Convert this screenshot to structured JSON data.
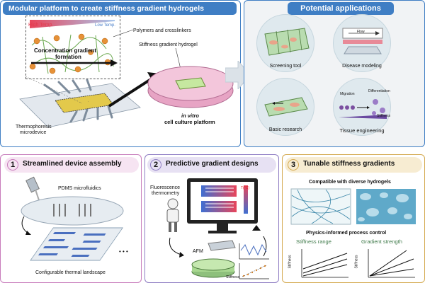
{
  "top": {
    "main_banner": "Modular platform to create stiffness gradient hydrogels",
    "apps_banner": "Potential applications",
    "high_temp": "High Temp.",
    "low_temp": "Low Temp.",
    "polymers": "Polymers and crosslinkers",
    "conc_gradient_1": "Concentration gradient",
    "conc_gradient_2": "formation",
    "stiff_hydrogel": "Stiffness gradient hydrogel",
    "thermo_1": "Thermophoresis",
    "thermo_2": "microdevice",
    "invitro_1": "in vitro",
    "invitro_2": "cell culture platform"
  },
  "applications": [
    {
      "label": "Screening tool"
    },
    {
      "label": "Disease modeling",
      "inner": "Flow"
    },
    {
      "label": "Basic research"
    },
    {
      "label": "Tissue engineering",
      "inner_1": "Migration",
      "inner_2": "Differentiation",
      "inner_3": "Stiffness"
    }
  ],
  "sections": [
    {
      "num": "1",
      "title": "Streamlined device assembly",
      "pdms": "PDMS microfluidics",
      "config": "Configurable thermal landscape",
      "dots": "• • •"
    },
    {
      "num": "2",
      "title": "Predictive gradient designs",
      "fluor_1": "Fluorescence",
      "fluor_2": "thermometry",
      "afm": "AFM",
      "tc": "T(°C)",
      "stiffness_axis": "Stiffness"
    },
    {
      "num": "3",
      "title": "Tunable stiffness gradients",
      "compat": "Compatible with diverse hydrogels",
      "physics": "Physics-informed process control",
      "range": "Stiffness range",
      "strength": "Gradient strength",
      "axis_label": "Stiffness"
    }
  ],
  "colors": {
    "banner_blue": "#3f7ec4",
    "pink": "#c77bbb",
    "purple": "#8e7cc3",
    "gold": "#d4a94f"
  }
}
